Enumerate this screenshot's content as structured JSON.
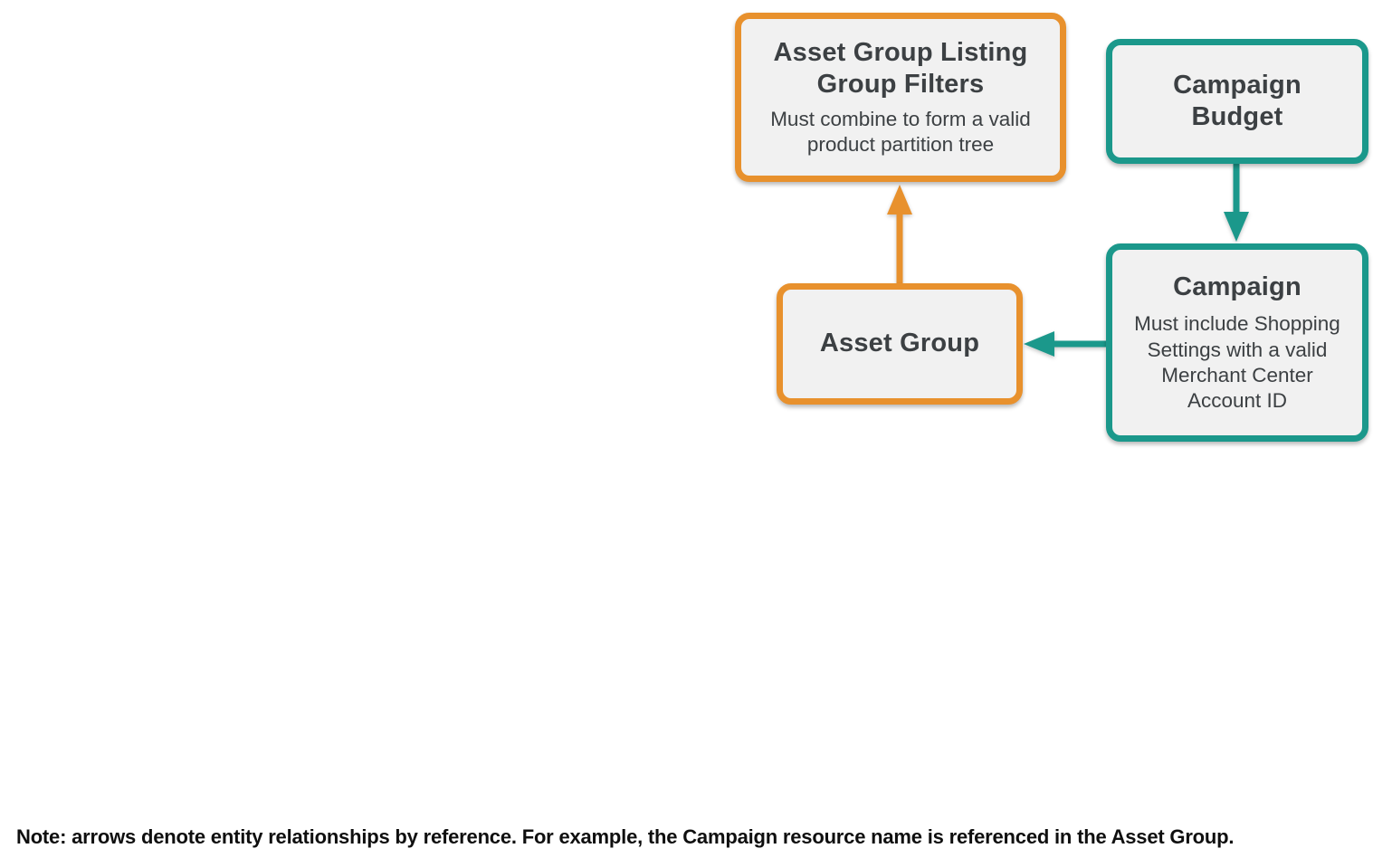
{
  "colors": {
    "orange": "#E8912D",
    "teal": "#1B988B",
    "box_fill": "#F1F1F1",
    "text": "#3C4043",
    "note_text": "#0F0F0F"
  },
  "diagram": {
    "nodes": [
      {
        "id": "asset-group-listing-group-filters",
        "title": "Asset Group Listing Group Filters",
        "subtitle": "Must combine to form a valid product partition tree",
        "accent": "orange"
      },
      {
        "id": "campaign-budget",
        "title": "Campaign Budget",
        "subtitle": "",
        "accent": "teal"
      },
      {
        "id": "asset-group",
        "title": "Asset Group",
        "subtitle": "",
        "accent": "orange"
      },
      {
        "id": "campaign",
        "title": "Campaign",
        "subtitle": "Must include Shopping Settings with a valid Merchant Center Account ID",
        "accent": "teal"
      }
    ],
    "edges": [
      {
        "from": "asset-group",
        "to": "asset-group-listing-group-filters",
        "color": "orange",
        "direction": "up"
      },
      {
        "from": "campaign-budget",
        "to": "campaign",
        "color": "teal",
        "direction": "down"
      },
      {
        "from": "campaign",
        "to": "asset-group",
        "color": "teal",
        "direction": "left"
      }
    ]
  },
  "note": "Note: arrows denote entity relationships by reference. For example, the Campaign resource name is referenced in the Asset Group."
}
